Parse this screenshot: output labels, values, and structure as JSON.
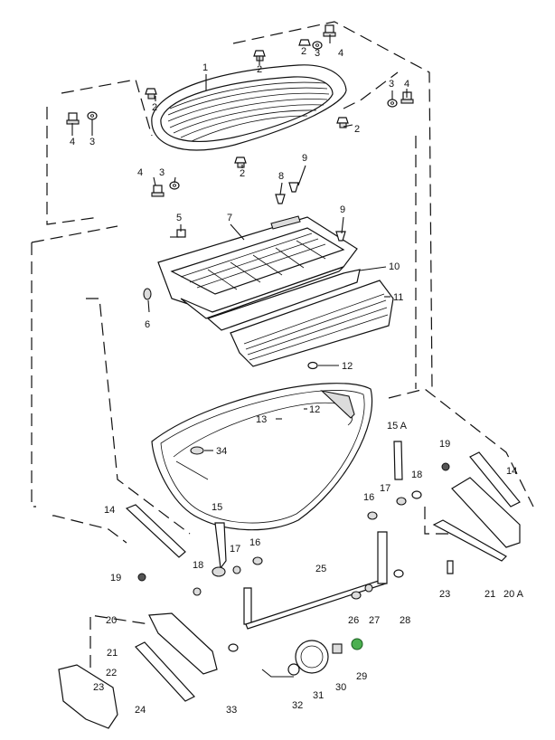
{
  "diagram": {
    "labels": [
      {
        "id": "p1",
        "text": "1"
      },
      {
        "id": "p2a",
        "text": "2"
      },
      {
        "id": "p2b",
        "text": "2"
      },
      {
        "id": "p2c",
        "text": "2"
      },
      {
        "id": "p2d",
        "text": "2"
      },
      {
        "id": "p2e",
        "text": "2"
      },
      {
        "id": "p3a",
        "text": "3"
      },
      {
        "id": "p3b",
        "text": "3"
      },
      {
        "id": "p3c",
        "text": "3"
      },
      {
        "id": "p3d",
        "text": "3"
      },
      {
        "id": "p4a",
        "text": "4"
      },
      {
        "id": "p4b",
        "text": "4"
      },
      {
        "id": "p4c",
        "text": "4"
      },
      {
        "id": "p4d",
        "text": "4"
      },
      {
        "id": "p5",
        "text": "5"
      },
      {
        "id": "p6",
        "text": "6"
      },
      {
        "id": "p7",
        "text": "7"
      },
      {
        "id": "p8",
        "text": "8"
      },
      {
        "id": "p9a",
        "text": "9"
      },
      {
        "id": "p9b",
        "text": "9"
      },
      {
        "id": "p10",
        "text": "10"
      },
      {
        "id": "p11",
        "text": "11"
      },
      {
        "id": "p12a",
        "text": "12"
      },
      {
        "id": "p12b",
        "text": "12"
      },
      {
        "id": "p13",
        "text": "13"
      },
      {
        "id": "p14a",
        "text": "14"
      },
      {
        "id": "p14b",
        "text": "14"
      },
      {
        "id": "p15",
        "text": "15"
      },
      {
        "id": "p15A",
        "text": "15 A"
      },
      {
        "id": "p16a",
        "text": "16"
      },
      {
        "id": "p16b",
        "text": "16"
      },
      {
        "id": "p17a",
        "text": "17"
      },
      {
        "id": "p17b",
        "text": "17"
      },
      {
        "id": "p18a",
        "text": "18"
      },
      {
        "id": "p18b",
        "text": "18"
      },
      {
        "id": "p19a",
        "text": "19"
      },
      {
        "id": "p19b",
        "text": "19"
      },
      {
        "id": "p20",
        "text": "20"
      },
      {
        "id": "p20A",
        "text": "20 A"
      },
      {
        "id": "p21a",
        "text": "21"
      },
      {
        "id": "p21b",
        "text": "21"
      },
      {
        "id": "p22",
        "text": "22"
      },
      {
        "id": "p23a",
        "text": "23"
      },
      {
        "id": "p23b",
        "text": "23"
      },
      {
        "id": "p24",
        "text": "24"
      },
      {
        "id": "p25",
        "text": "25"
      },
      {
        "id": "p26",
        "text": "26"
      },
      {
        "id": "p27",
        "text": "27"
      },
      {
        "id": "p28",
        "text": "28"
      },
      {
        "id": "p29",
        "text": "29"
      },
      {
        "id": "p30",
        "text": "30"
      },
      {
        "id": "p31",
        "text": "31"
      },
      {
        "id": "p32",
        "text": "32"
      },
      {
        "id": "p33",
        "text": "33"
      },
      {
        "id": "p34",
        "text": "34"
      }
    ]
  }
}
